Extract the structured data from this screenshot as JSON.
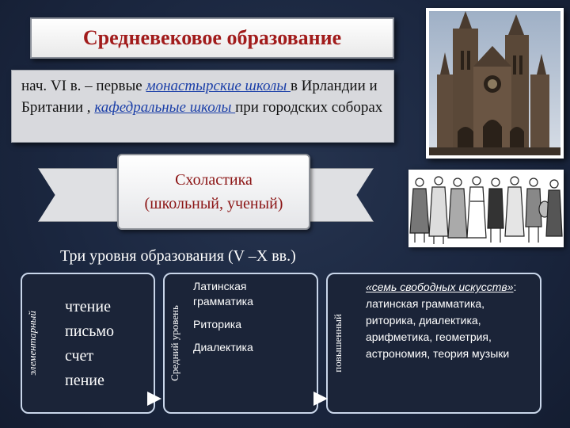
{
  "title": "Средневековое образование",
  "intro": {
    "part1": "нач. VI в. – первые ",
    "link1": "монастырские школы ",
    "part2": "в Ирландии и Британии , ",
    "link2": "кафедральные школы ",
    "part3": "при городских соборах"
  },
  "ribbon": {
    "line1": "Схоластика",
    "line2": "(школьный, ученый)"
  },
  "levels_heading": "Три уровня образования (V –X вв.)",
  "level1": {
    "label": "элементарный",
    "items": [
      "чтение",
      "письмо",
      "счет",
      "пение"
    ]
  },
  "level2": {
    "label": "Средний уровень",
    "item1": "Латинская",
    "item1b": "грамматика",
    "item2": "Риторика",
    "item3": "Диалектика"
  },
  "level3": {
    "label": "повышенный",
    "emph": "«семь свободных искусств»",
    "rest": ": латинская грамматика, риторика, диалектика, арифметика, геометрия, астрономия, теория музыки"
  },
  "icons": {
    "cathedral": "cathedral-image",
    "people": "medieval-figures-image"
  }
}
